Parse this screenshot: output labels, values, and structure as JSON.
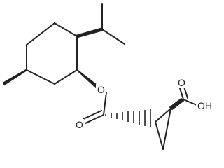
{
  "molecule": {
    "atoms": {
      "ester_oxygen": "O",
      "carbonyl_oxygen_ester": "O",
      "carbonyl_oxygen_acid": "O",
      "hydroxyl": "OH"
    }
  },
  "colors": {
    "bond": "#222222",
    "background": "#ffffff"
  }
}
